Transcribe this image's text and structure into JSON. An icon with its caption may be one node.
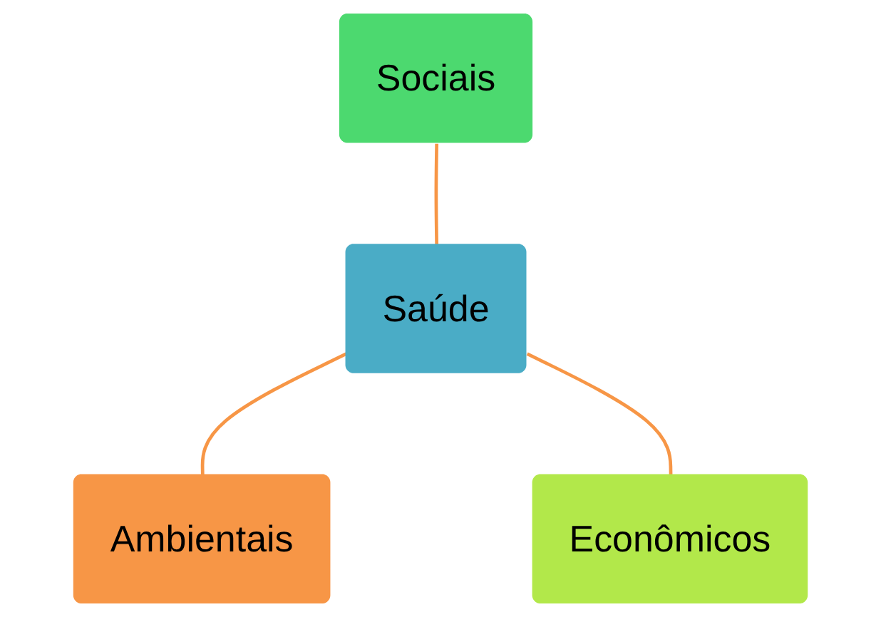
{
  "diagram": {
    "nodes": [
      {
        "text": [
          "Sociais"
        ]
      },
      {
        "text": [
          "Saúde"
        ]
      },
      {
        "text": [
          "Ambientais"
        ]
      },
      {
        "text": [
          "Econômicos"
        ]
      }
    ],
    "edges": [
      {
        "from": 0,
        "to": 1,
        "arrow": "none"
      },
      {
        "from": 1,
        "to": 2,
        "arrow": "none"
      },
      {
        "from": 1,
        "to": 3,
        "arrow": "none"
      }
    ]
  }
}
